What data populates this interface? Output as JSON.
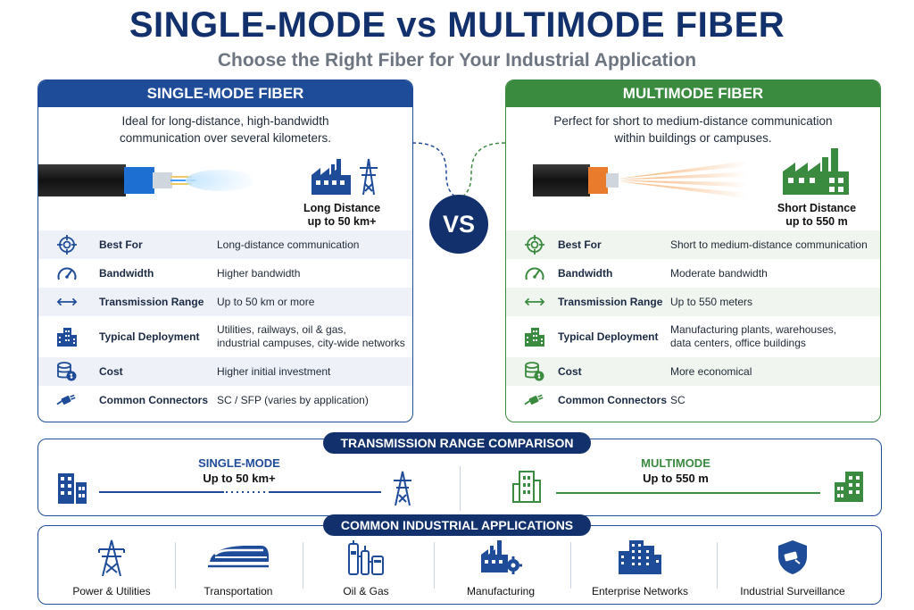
{
  "title": "SINGLE-MODE vs MULTIMODE FIBER",
  "subtitle": "Choose the Right Fiber for Your Industrial Application",
  "single_mode": {
    "header": "SINGLE-MODE FIBER",
    "desc_line1": "Ideal for long-distance, high-bandwidth",
    "desc_line2": "communication over several kilometers.",
    "distance_line1": "Long Distance",
    "distance_line2": "up to 50 km+",
    "rows": [
      {
        "icon": "target-icon",
        "label": "Best For",
        "value": "Long-distance communication",
        "value2": ""
      },
      {
        "icon": "gauge-icon",
        "label": "Bandwidth",
        "value": "Higher bandwidth",
        "value2": ""
      },
      {
        "icon": "double-arrow-icon",
        "label": "Transmission Range",
        "value": "Up to 50 km or more",
        "value2": ""
      },
      {
        "icon": "buildings-icon",
        "label": "Typical Deployment",
        "value": "Utilities, railways, oil & gas,",
        "value2": "industrial campuses, city-wide networks"
      },
      {
        "icon": "coins-icon",
        "label": "Cost",
        "value": "Higher initial investment",
        "value2": ""
      },
      {
        "icon": "connector-icon",
        "label": "Common Connectors",
        "value": "SC / SFP (varies by application)",
        "value2": ""
      }
    ]
  },
  "multimode": {
    "header": "MULTIMODE FIBER",
    "desc_line1": "Perfect for short to medium-distance communication",
    "desc_line2": "within buildings or campuses.",
    "distance_line1": "Short Distance",
    "distance_line2": "up to 550 m",
    "rows": [
      {
        "icon": "target-icon",
        "label": "Best For",
        "value": "Short to medium-distance communication",
        "value2": ""
      },
      {
        "icon": "gauge-icon",
        "label": "Bandwidth",
        "value": "Moderate bandwidth",
        "value2": ""
      },
      {
        "icon": "double-arrow-icon",
        "label": "Transmission Range",
        "value": "Up to 550 meters",
        "value2": ""
      },
      {
        "icon": "buildings-icon",
        "label": "Typical Deployment",
        "value": "Manufacturing plants, warehouses,",
        "value2": "data centers, office buildings"
      },
      {
        "icon": "coins-icon",
        "label": "Cost",
        "value": "More economical",
        "value2": ""
      },
      {
        "icon": "connector-icon",
        "label": "Common Connectors",
        "value": "SC",
        "value2": ""
      }
    ]
  },
  "vs_label": "VS",
  "range": {
    "title": "TRANSMISSION RANGE COMPARISON",
    "sm_title": "SINGLE-MODE",
    "sm_value": "Up to 50 km+",
    "mm_title": "MULTIMODE",
    "mm_value": "Up to 550 m"
  },
  "applications": {
    "title": "COMMON INDUSTRIAL APPLICATIONS",
    "items": [
      {
        "icon": "power-tower-icon",
        "label": "Power & Utilities"
      },
      {
        "icon": "train-icon",
        "label": "Transportation"
      },
      {
        "icon": "refinery-icon",
        "label": "Oil & Gas"
      },
      {
        "icon": "factory-gear-icon",
        "label": "Manufacturing"
      },
      {
        "icon": "office-buildings-icon",
        "label": "Enterprise Networks"
      },
      {
        "icon": "camera-shield-icon",
        "label": "Industrial Surveillance"
      }
    ]
  },
  "colors": {
    "navy": "#12306b",
    "single_mode_blue": "#1f4c99",
    "multimode_green": "#3a8a3f",
    "fiber_orange": "#e87b2c"
  }
}
